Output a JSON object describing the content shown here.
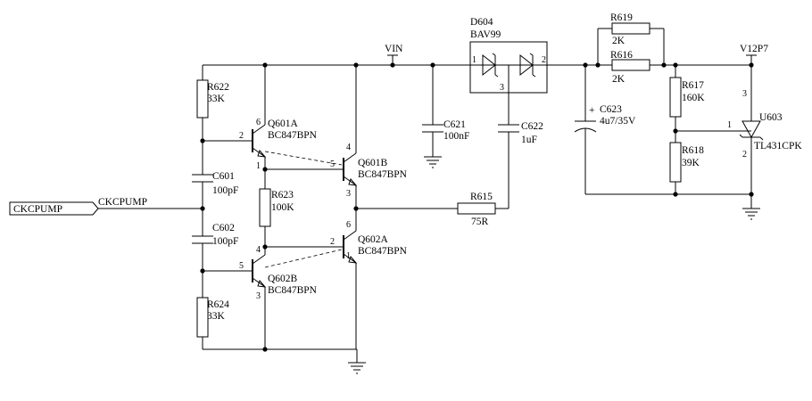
{
  "input_port": {
    "label": "CKCPUMP"
  },
  "nets": {
    "input": "CKCPUMP",
    "vin": "VIN",
    "out": "V12P7"
  },
  "resistors": {
    "r622": {
      "ref": "R622",
      "value": "33K"
    },
    "r623": {
      "ref": "R623",
      "value": "100K"
    },
    "r624": {
      "ref": "R624",
      "value": "33K"
    },
    "r615": {
      "ref": "R615",
      "value": "75R"
    },
    "r619": {
      "ref": "R619",
      "value": "2K"
    },
    "r616": {
      "ref": "R616",
      "value": "2K"
    },
    "r617": {
      "ref": "R617",
      "value": "160K"
    },
    "r618": {
      "ref": "R618",
      "value": "39K"
    }
  },
  "capacitors": {
    "c601": {
      "ref": "C601",
      "value": "100pF"
    },
    "c602": {
      "ref": "C602",
      "value": "100pF"
    },
    "c621": {
      "ref": "C621",
      "value": "100nF"
    },
    "c622": {
      "ref": "C622",
      "value": "1uF"
    },
    "c623": {
      "ref": "C623",
      "value": "4u7/35V",
      "polarity": "+"
    }
  },
  "transistors": {
    "q601a": {
      "ref": "Q601A",
      "part": "BC847BPN",
      "pins": [
        "6",
        "2",
        "1"
      ]
    },
    "q601b": {
      "ref": "Q601B",
      "part": "BC847BPN",
      "pins": [
        "4",
        "5",
        "3"
      ]
    },
    "q602a": {
      "ref": "Q602A",
      "part": "BC847BPN",
      "pins": [
        "6",
        "2",
        "1"
      ]
    },
    "q602b": {
      "ref": "Q602B",
      "part": "BC847BPN",
      "pins": [
        "4",
        "5",
        "3"
      ]
    }
  },
  "diode": {
    "ref": "D604",
    "part": "BAV99",
    "pins": [
      "1",
      "3",
      "2"
    ]
  },
  "regulator": {
    "ref": "U603",
    "part": "TL431CPK",
    "pins": [
      "3",
      "1",
      "2"
    ]
  }
}
